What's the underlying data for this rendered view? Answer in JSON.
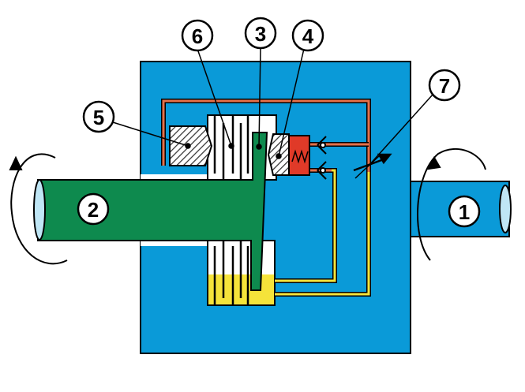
{
  "labels": {
    "l1": "1",
    "l2": "2",
    "l3": "3",
    "l4": "4",
    "l5": "5",
    "l6": "6",
    "l7": "7"
  },
  "colors": {
    "housing": "#0a9ad8",
    "shaft_in": "#1aa0e0",
    "shaft_out": "#0e8a4e",
    "oil": "#f5e33a",
    "pressure_line": "#e4704a",
    "valve": "#e03a28"
  }
}
